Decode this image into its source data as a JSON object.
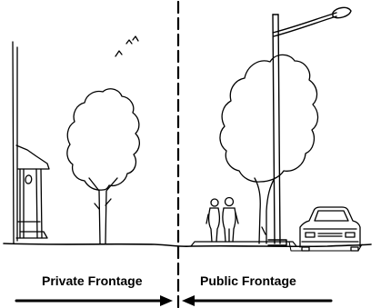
{
  "labels": {
    "private_frontage": "Private Frontage",
    "public_frontage": "Public Frontage"
  },
  "elements": {
    "divider": "dashed-vertical-line",
    "left_side": [
      "house-facade",
      "deciduous-tree",
      "birds"
    ],
    "right_side": [
      "deciduous-tree",
      "street-light",
      "two-pedestrians",
      "parked-car"
    ],
    "arrows": [
      "arrow-right",
      "arrow-left"
    ]
  },
  "colors": {
    "ink": "#000000",
    "paper": "#ffffff"
  }
}
